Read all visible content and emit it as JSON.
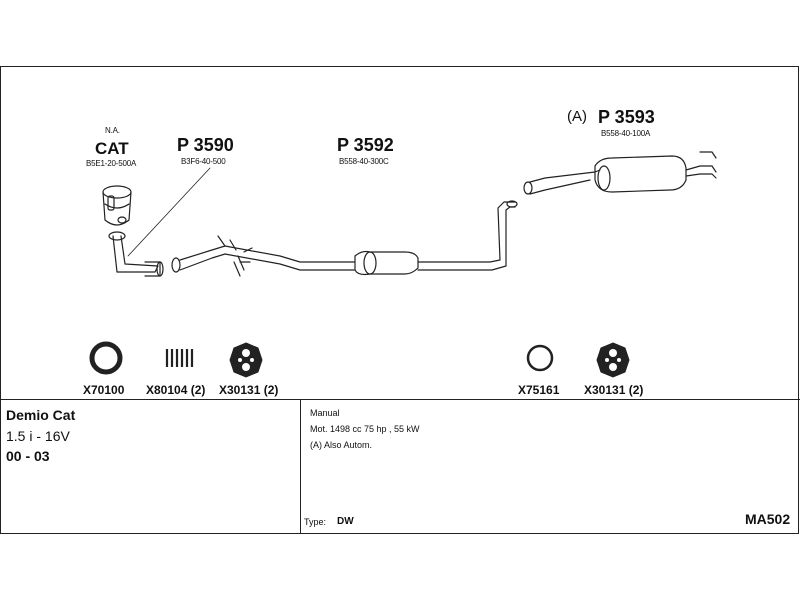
{
  "parts": {
    "cat": {
      "note": "N.A.",
      "code": "CAT",
      "ref": "B5E1-20-500A"
    },
    "p3590": {
      "code": "P 3590",
      "ref": "B3F6-40-500"
    },
    "p3592": {
      "code": "P 3592",
      "ref": "B558-40-300C"
    },
    "p3593": {
      "prefix": "(A)",
      "code": "P 3593",
      "ref": "B558-40-100A"
    }
  },
  "accessories": [
    {
      "label": "X70100",
      "icon": "ring-gasket-icon"
    },
    {
      "label": "X80104 (2)",
      "icon": "spring-icon"
    },
    {
      "label": "X30131 (2)",
      "icon": "rubber-hanger-icon"
    },
    {
      "label": "X75161",
      "icon": "ring-gasket-icon"
    },
    {
      "label": "X30131 (2)",
      "icon": "rubber-hanger-icon"
    }
  ],
  "vehicle": {
    "model": "Demio Cat",
    "engine": "1.5 i - 16V",
    "years": "00 - 03"
  },
  "details": {
    "lines": [
      "Manual",
      "Mot. 1498 cc 75 hp , 55 kW",
      "(A) Also Autom."
    ],
    "type_label": "Type:",
    "type_value": "DW"
  },
  "code": "MA502",
  "colors": {
    "line": "#222222",
    "background": "#ffffff"
  }
}
